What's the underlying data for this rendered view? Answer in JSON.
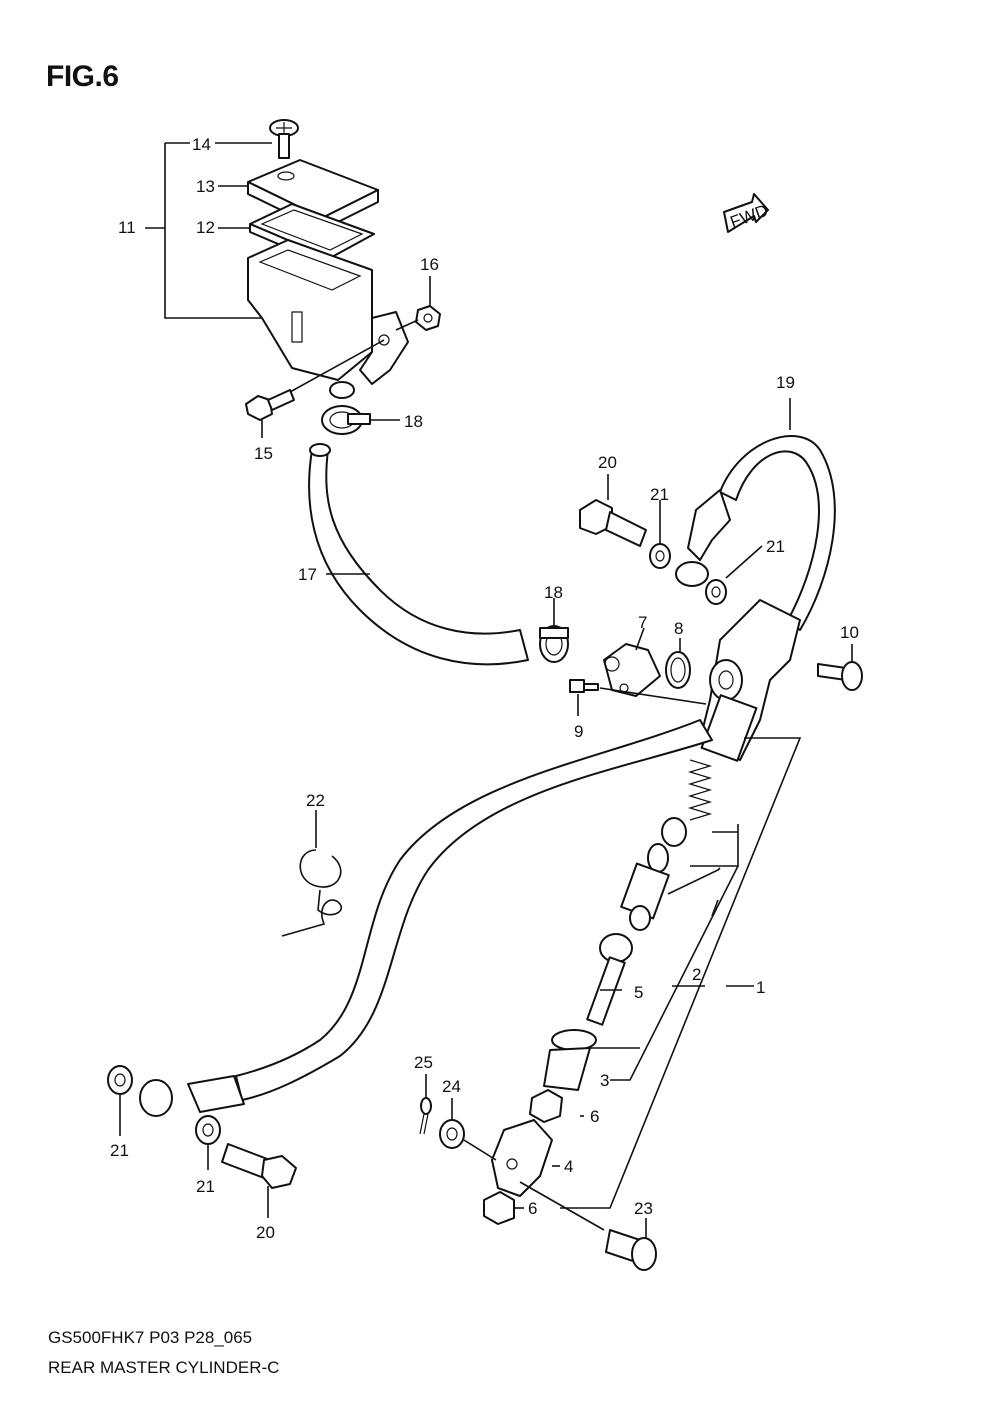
{
  "header": {
    "figure_label": "FIG.6"
  },
  "footer": {
    "model_code": "GS500FHK7 P03 P28_065",
    "diagram_name": "REAR MASTER CYLINDER-C"
  },
  "fwd_badge": {
    "label": "FWD"
  },
  "callouts": {
    "c1": "1",
    "c2": "2",
    "c3": "3",
    "c4": "4",
    "c5": "5",
    "c6a": "6",
    "c6b": "6",
    "c7": "7",
    "c8": "8",
    "c9": "9",
    "c10": "10",
    "c11": "11",
    "c12": "12",
    "c13": "13",
    "c14": "14",
    "c15": "15",
    "c16": "16",
    "c17": "17",
    "c18a": "18",
    "c18b": "18",
    "c19": "19",
    "c20a": "20",
    "c20b": "20",
    "c21a": "21",
    "c21b": "21",
    "c21c": "21",
    "c21d": "21",
    "c22": "22",
    "c23": "23",
    "c24": "24",
    "c25": "25"
  }
}
